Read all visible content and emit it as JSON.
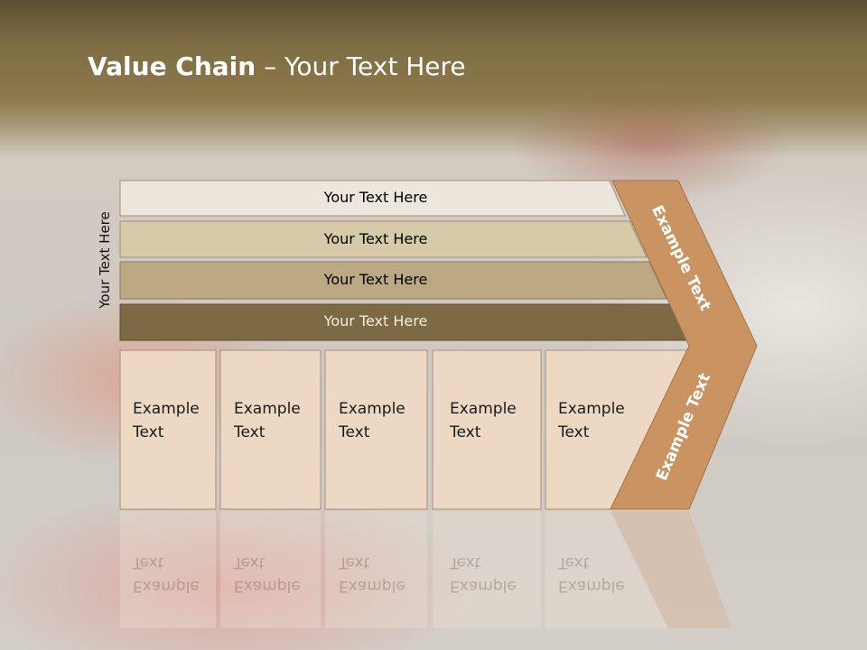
{
  "title": {
    "bold": "Value Chain",
    "rest": " – Your Text Here"
  },
  "side_label": "Your Text Here",
  "bars": [
    {
      "label": "Your Text Here",
      "fill": "#ede6dc",
      "text_color": "#222222"
    },
    {
      "label": "Your Text Here",
      "fill": "#d6cba8",
      "text_color": "#222222"
    },
    {
      "label": "Your Text Here",
      "fill": "#bca983",
      "text_color": "#222222"
    },
    {
      "label": "Your Text Here",
      "fill": "#7d6a44",
      "text_color": "#f3ede0"
    }
  ],
  "boxes": [
    {
      "line1": "Example",
      "line2": "Text"
    },
    {
      "line1": "Example",
      "line2": "Text"
    },
    {
      "line1": "Example",
      "line2": "Text"
    },
    {
      "line1": "Example",
      "line2": "Text"
    },
    {
      "line1": "Example",
      "line2": "Text"
    }
  ],
  "chevron": {
    "upper_label": "Example Text",
    "lower_label": "Example Text",
    "fill": "#c99462"
  },
  "colors": {
    "box_fill": "#ecd8c3",
    "box_border": "#a68f78"
  }
}
